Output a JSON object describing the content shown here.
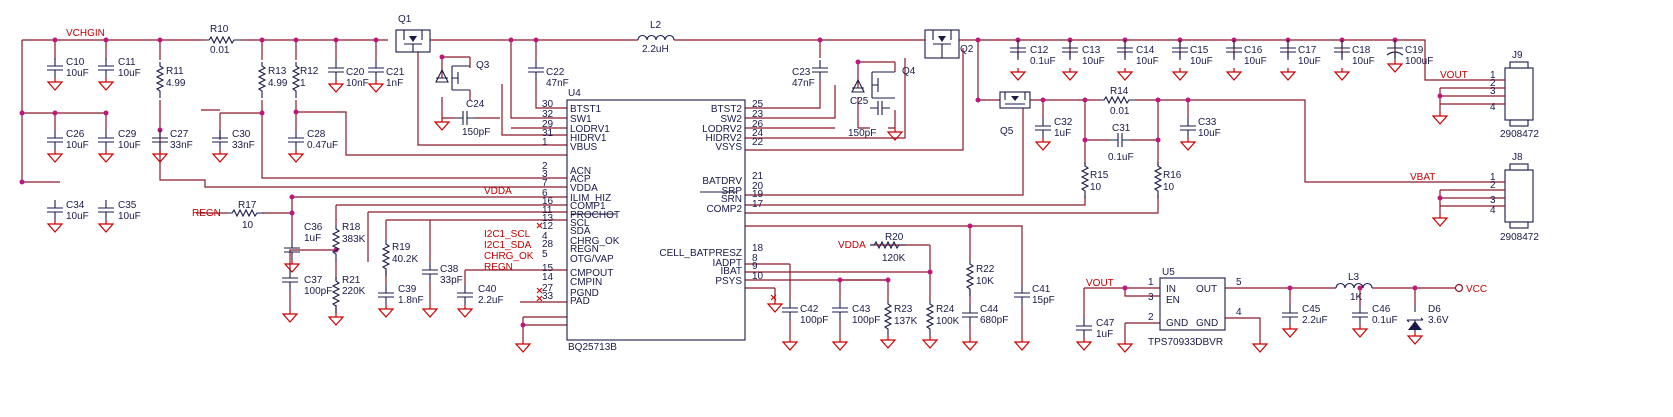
{
  "nets": {
    "vchgin": "VCHGIN",
    "vout_j9": "VOUT",
    "vbat": "VBAT",
    "vdda_u4": "VDDA",
    "regn_in": "REGN",
    "i2c_scl": "I2C1_SCL",
    "i2c_sda": "I2C1_SDA",
    "chrg_ok": "CHRG_OK",
    "regn_pin": "REGN",
    "vdda_r20": "VDDA",
    "vout_u5": "VOUT",
    "vcc": "VCC"
  },
  "components": {
    "r10": {
      "ref": "R10",
      "value": "0.01"
    },
    "l2": {
      "ref": "L2",
      "value": "2.2uH"
    },
    "q1": {
      "ref": "Q1"
    },
    "q2": {
      "ref": "Q2"
    },
    "q3": {
      "ref": "Q3"
    },
    "q4": {
      "ref": "Q4"
    },
    "q5": {
      "ref": "Q5"
    },
    "c10": {
      "ref": "C10",
      "value": "10uF"
    },
    "c11": {
      "ref": "C11",
      "value": "10uF"
    },
    "r11": {
      "ref": "R11",
      "value": "4.99"
    },
    "r13": {
      "ref": "R13",
      "value": "4.99"
    },
    "r12": {
      "ref": "R12",
      "value": "1"
    },
    "c20": {
      "ref": "C20",
      "value": "10nF"
    },
    "c21": {
      "ref": "C21",
      "value": "1nF"
    },
    "c22": {
      "ref": "C22",
      "value": "47nF"
    },
    "c24": {
      "ref": "C24",
      "value": "150pF"
    },
    "c23": {
      "ref": "C23",
      "value": "47nF"
    },
    "c25": {
      "ref": "C25",
      "value": "150pF"
    },
    "c12": {
      "ref": "C12",
      "value": "0.1uF"
    },
    "c13": {
      "ref": "C13",
      "value": "10uF"
    },
    "c14": {
      "ref": "C14",
      "value": "10uF"
    },
    "c15": {
      "ref": "C15",
      "value": "10uF"
    },
    "c16": {
      "ref": "C16",
      "value": "10uF"
    },
    "c17": {
      "ref": "C17",
      "value": "10uF"
    },
    "c18": {
      "ref": "C18",
      "value": "10uF"
    },
    "c19": {
      "ref": "C19",
      "value": "100uF"
    },
    "c26": {
      "ref": "C26",
      "value": "10uF"
    },
    "c29": {
      "ref": "C29",
      "value": "10uF"
    },
    "c27": {
      "ref": "C27",
      "value": "33nF"
    },
    "c30": {
      "ref": "C30",
      "value": "33nF"
    },
    "c28": {
      "ref": "C28",
      "value": "0.47uF"
    },
    "c34": {
      "ref": "C34",
      "value": "10uF"
    },
    "c35": {
      "ref": "C35",
      "value": "10uF"
    },
    "r17": {
      "ref": "R17",
      "value": "10"
    },
    "c36": {
      "ref": "C36",
      "value": "1uF"
    },
    "r18": {
      "ref": "R18",
      "value": "383K"
    },
    "r19": {
      "ref": "R19",
      "value": "40.2K"
    },
    "c37": {
      "ref": "C37",
      "value": "100pF"
    },
    "r21": {
      "ref": "R21",
      "value": "220K"
    },
    "c39": {
      "ref": "C39",
      "value": "1.8nF"
    },
    "c38": {
      "ref": "C38",
      "value": "33pF"
    },
    "c40": {
      "ref": "C40",
      "value": "2.2uF"
    },
    "c32": {
      "ref": "C32",
      "value": "1uF"
    },
    "r14": {
      "ref": "R14",
      "value": "0.01"
    },
    "c33": {
      "ref": "C33",
      "value": "10uF"
    },
    "c31": {
      "ref": "C31",
      "value": "0.1uF"
    },
    "r15": {
      "ref": "R15",
      "value": "10"
    },
    "r16": {
      "ref": "R16",
      "value": "10"
    },
    "r20": {
      "ref": "R20",
      "value": "120K"
    },
    "r22": {
      "ref": "R22",
      "value": "10K"
    },
    "c41": {
      "ref": "C41",
      "value": "15pF"
    },
    "c42": {
      "ref": "C42",
      "value": "100pF"
    },
    "c43": {
      "ref": "C43",
      "value": "100pF"
    },
    "r23": {
      "ref": "R23",
      "value": "137K"
    },
    "r24": {
      "ref": "R24",
      "value": "100K"
    },
    "c44": {
      "ref": "C44",
      "value": "680pF"
    },
    "c47": {
      "ref": "C47",
      "value": "1uF"
    },
    "c45": {
      "ref": "C45",
      "value": "2.2uF"
    },
    "l3": {
      "ref": "L3",
      "value": "1K"
    },
    "c46": {
      "ref": "C46",
      "value": "0.1uF"
    },
    "d6": {
      "ref": "D6",
      "value": "3.6V"
    },
    "j9": {
      "ref": "J9",
      "part": "2908472",
      "pins": [
        "1",
        "2",
        "3",
        "4"
      ]
    },
    "j8": {
      "ref": "J8",
      "part": "2908472",
      "pins": [
        "1",
        "2",
        "3",
        "4"
      ]
    }
  },
  "u4": {
    "ref": "U4",
    "part": "BQ25713B",
    "left_pins": [
      {
        "num": "30",
        "name": "BTST1"
      },
      {
        "num": "32",
        "name": "SW1"
      },
      {
        "num": "29",
        "name": "LODRV1"
      },
      {
        "num": "31",
        "name": "HIDRV1"
      },
      {
        "num": "1",
        "name": "VBUS"
      },
      {
        "num": "2",
        "name": "ACN"
      },
      {
        "num": "3",
        "name": "ACP"
      },
      {
        "num": "7",
        "name": "VDDA"
      },
      {
        "num": "6",
        "name": "ILIM_HIZ"
      },
      {
        "num": "16",
        "name": "COMP1"
      },
      {
        "num": "11",
        "name": "PROCHOT"
      },
      {
        "num": "13",
        "name": "SCL"
      },
      {
        "num": "12",
        "name": "SDA"
      },
      {
        "num": "4",
        "name": "CHRG_OK"
      },
      {
        "num": "28",
        "name": "REGN"
      },
      {
        "num": "5",
        "name": "OTG/VAP"
      },
      {
        "num": "15",
        "name": "CMPOUT"
      },
      {
        "num": "14",
        "name": "CMPIN"
      },
      {
        "num": "27",
        "name": "PGND"
      },
      {
        "num": "33",
        "name": "PAD"
      }
    ],
    "right_pins": [
      {
        "num": "25",
        "name": "BTST2"
      },
      {
        "num": "23",
        "name": "SW2"
      },
      {
        "num": "26",
        "name": "LODRV2"
      },
      {
        "num": "24",
        "name": "HIDRV2"
      },
      {
        "num": "22",
        "name": "VSYS"
      },
      {
        "num": "21",
        "name": "BATDRV"
      },
      {
        "num": "20",
        "name": "SRP"
      },
      {
        "num": "19",
        "name": "SRN"
      },
      {
        "num": "17",
        "name": "COMP2"
      },
      {
        "num": "18",
        "name": "CELL_BATPRESZ"
      },
      {
        "num": "8",
        "name": "IADPT"
      },
      {
        "num": "9",
        "name": "IBAT"
      },
      {
        "num": "10",
        "name": "PSYS"
      }
    ]
  },
  "u5": {
    "ref": "U5",
    "part": "TPS70933DBVR",
    "pins": [
      {
        "num": "1",
        "name": "IN"
      },
      {
        "num": "3",
        "name": "EN"
      },
      {
        "num": "2",
        "name": "GND"
      },
      {
        "num": "5",
        "name": "OUT"
      },
      {
        "num": "4",
        "name": "GND"
      }
    ]
  }
}
